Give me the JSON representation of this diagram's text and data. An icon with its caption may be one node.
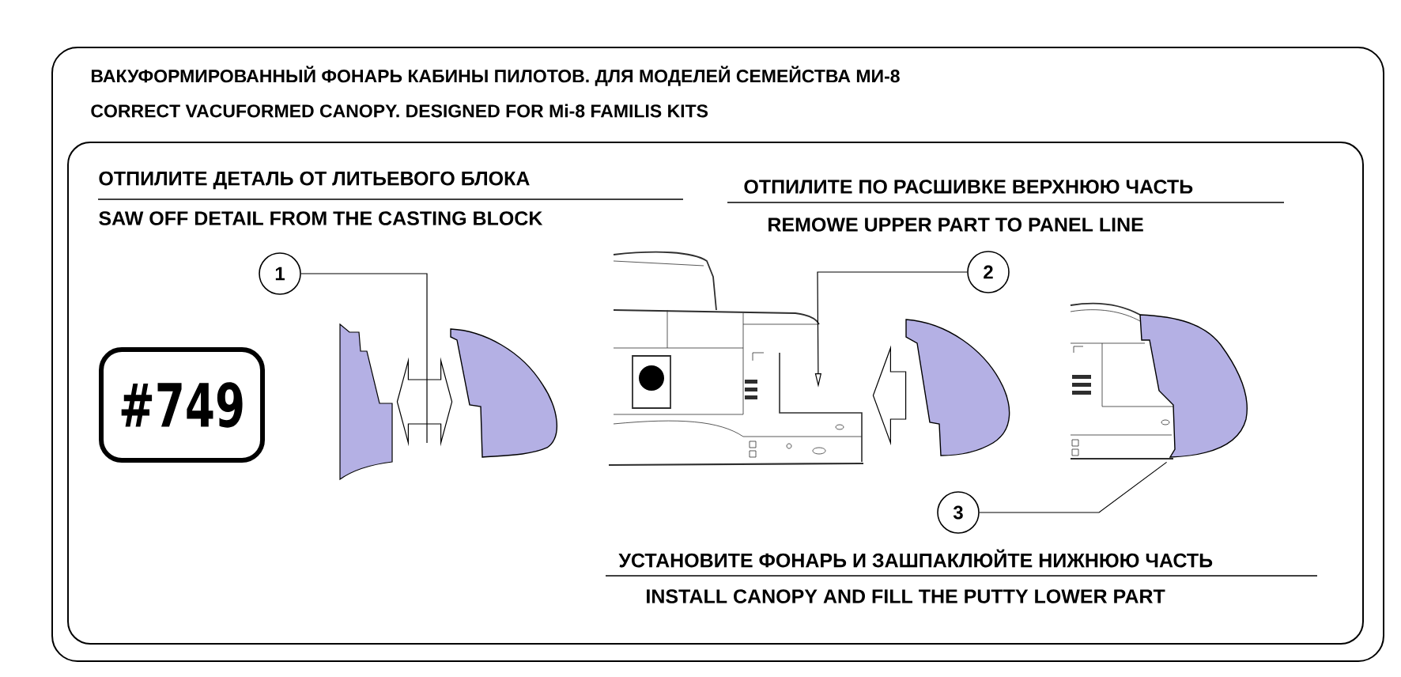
{
  "diagram": {
    "title": "ВАКУФОРМИРОВАННЫЙ ФОНАРЬ КАБИНЫ ПИЛОТОВ. ДЛЯ МОДЕЛЕЙ СЕМЕЙСТВА МИ-8",
    "nodes": [
      {
        "text": [
          "#749"
        ]
      },
      {
        "text": [
          "1"
        ]
      },
      {
        "text": [],
        "shape": "picture"
      },
      {
        "text": [],
        "shape": "picture"
      },
      {
        "text": [
          "2"
        ]
      },
      {
        "text": [],
        "shape": "picture"
      },
      {
        "text": [],
        "shape": "picture"
      },
      {
        "text": [
          "3"
        ]
      },
      {
        "text": [],
        "shape": "picture"
      }
    ],
    "edges": [
      {
        "from": 1,
        "to": null,
        "arrow": "none"
      },
      {
        "from": 2,
        "to": 3,
        "arrow": "both"
      },
      {
        "from": 4,
        "to": 5,
        "arrow": "to"
      },
      {
        "from": 6,
        "to": 5,
        "arrow": "to"
      },
      {
        "from": 7,
        "to": 8,
        "arrow": "none"
      }
    ],
    "labels": [
      "CORRECT VACUFORMED CANOPY. DESIGNED FOR Mi-8 FAMILIS KITS",
      "ОТПИЛИТЕ ДЕТАЛЬ ОТ ЛИТЬЕВОГО БЛОКА",
      "SAW OFF DETAIL FROM THE CASTING BLOCK",
      "ОТПИЛИТЕ ПО РАСШИВКЕ ВЕРХНЮЮ ЧАСТЬ",
      "REMOWE UPPER PART TO PANEL LINE",
      "УСТАНОВИТЕ ФОНАРЬ И ЗАШПАКЛЮЙТЕ НИЖНЮЮ ЧАСТЬ",
      "INSTALL CANOPY AND FILL THE PUTTY LOWER PART"
    ]
  }
}
